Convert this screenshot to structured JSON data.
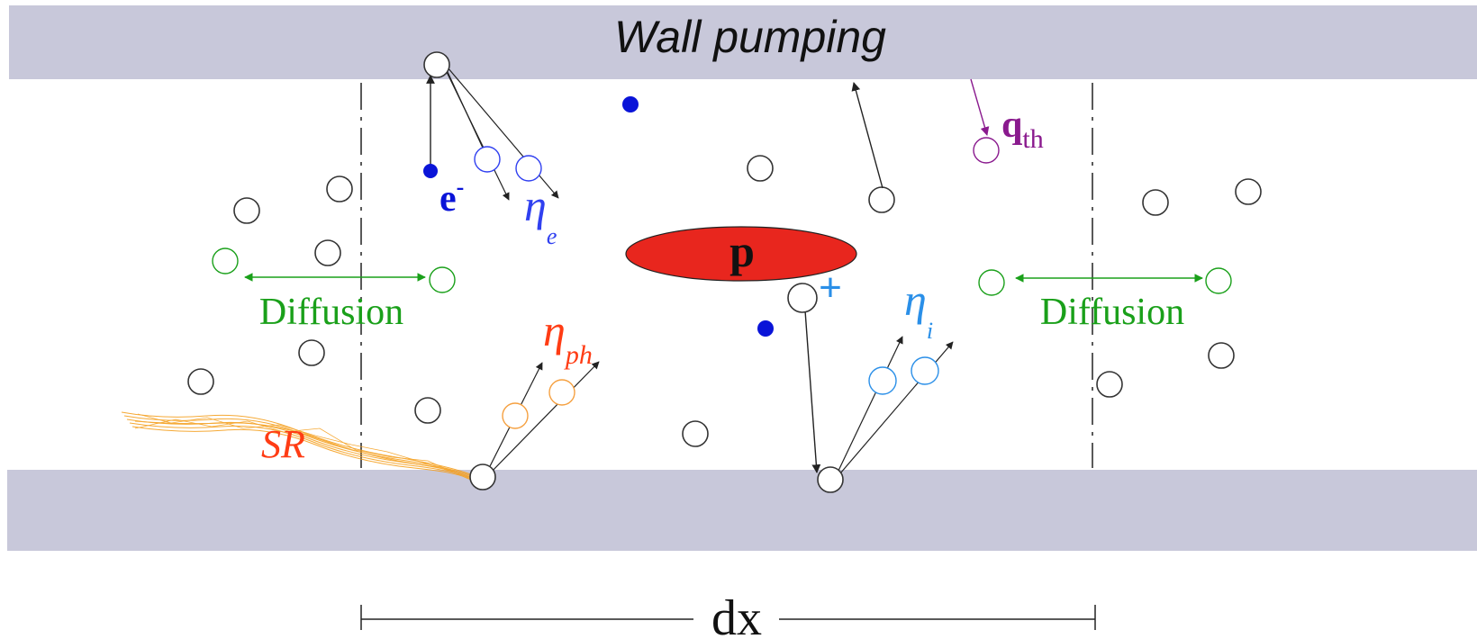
{
  "labels": {
    "wall_pumping": "Wall pumping",
    "electron": "e",
    "electron_charge": "-",
    "eta_e": "η",
    "eta_e_sub": "e",
    "proton_beam": "p",
    "ion_charge": "+",
    "eta_i": "η",
    "eta_i_sub": "i",
    "eta_ph": "η",
    "eta_ph_sub": "ph",
    "q_th": "q",
    "q_th_sub": "th",
    "diffusion_left": "Diffusion",
    "diffusion_right": "Diffusion",
    "sr": "SR",
    "dx": "dx"
  },
  "colors": {
    "wall": "#c8c8da",
    "molecule": "#333333",
    "electron": "#0a14d8",
    "eta_e": "#3040f0",
    "beam": "#e8261e",
    "ion": "#2a8fe8",
    "photon": "#ff3c14",
    "photon_circle": "#f5a040",
    "sr_fan": "#f5a020",
    "thermal": "#8a1a8e",
    "diffusion": "#1aa01a"
  }
}
